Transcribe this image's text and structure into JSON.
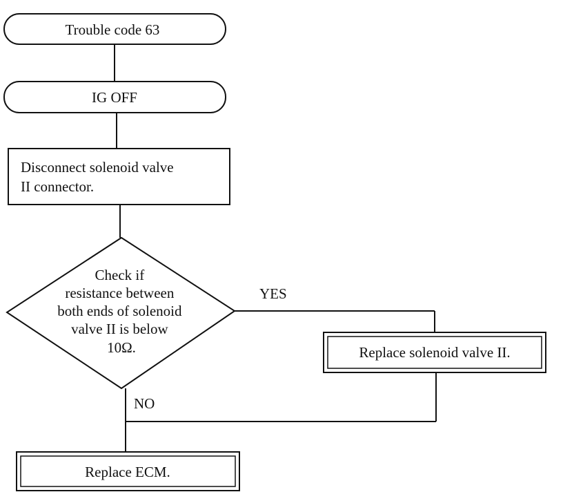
{
  "flowchart": {
    "start_label": "Trouble code 63",
    "ig_off_label": "IG OFF",
    "disconnect_label": [
      "Disconnect solenoid valve",
      "II connector."
    ],
    "decision_label": [
      "Check if",
      "resistance between",
      "both ends of solenoid",
      "valve II is below",
      "10Ω."
    ],
    "yes_label": "YES",
    "no_label": "NO",
    "replace_valve_label": "Replace solenoid valve II.",
    "replace_ecm_label": "Replace ECM."
  }
}
